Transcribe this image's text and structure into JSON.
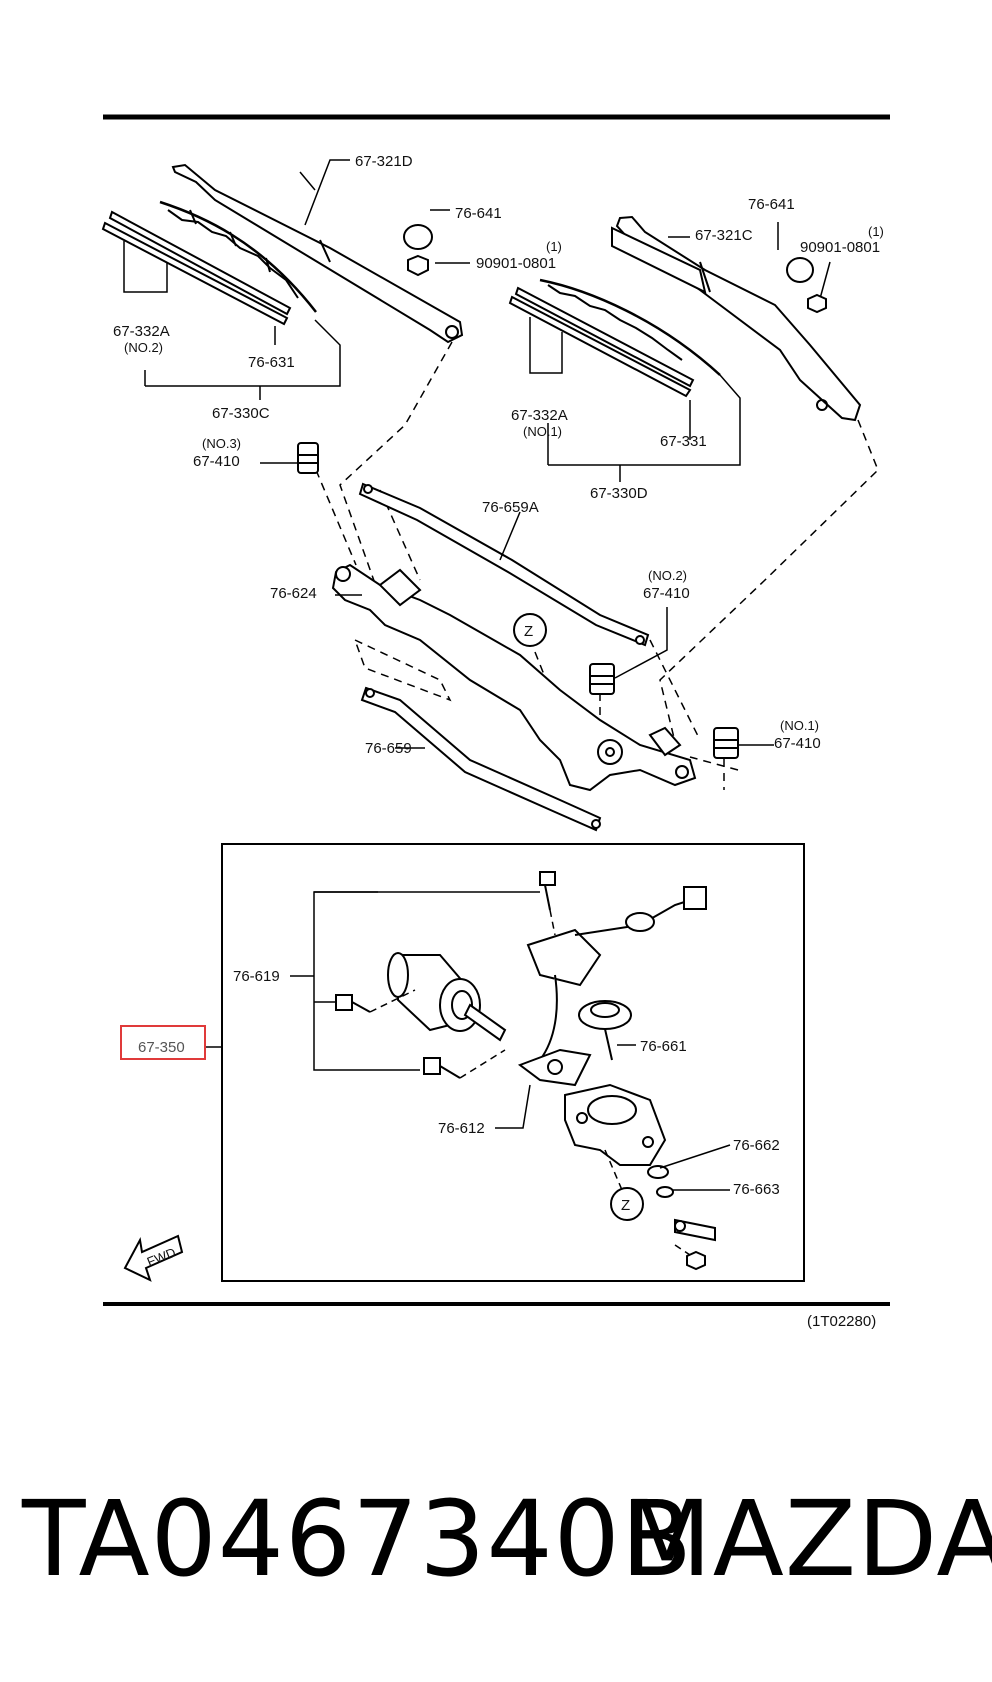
{
  "diagram": {
    "labels": {
      "l_67_321D": "67-321D",
      "l_76_641_a": "76-641",
      "l_90901_a": "90901-0801",
      "l_90901_a_qty": "(1)",
      "l_67_332A_no2": "67-332A",
      "l_no2_a": "(NO.2)",
      "l_76_631": "76-631",
      "l_67_330C": "67-330C",
      "l_76_641_b": "76-641",
      "l_67_321C": "67-321C",
      "l_90901_b": "90901-0801",
      "l_90901_b_qty": "(1)",
      "l_67_332A_no1": "67-332A",
      "l_no1_a": "(NO.1)",
      "l_67_331": "67-331",
      "l_67_330D": "67-330D",
      "l_no3": "(NO.3)",
      "l_67_410_no3": "67-410",
      "l_76_659A": "76-659A",
      "l_76_624": "76-624",
      "l_no2_b": "(NO.2)",
      "l_67_410_no2": "67-410",
      "l_z1": "Z",
      "l_no1_b": "(NO.1)",
      "l_67_410_no1": "67-410",
      "l_76_659": "76-659",
      "l_76_619": "76-619",
      "l_67_350": "67-350",
      "l_76_661": "76-661",
      "l_76_612": "76-612",
      "l_76_662": "76-662",
      "l_76_663": "76-663",
      "l_z2": "Z",
      "l_fwd": "FWD",
      "l_code": "(1T02280)"
    },
    "highlight_color": "#e03a3a"
  },
  "footer": {
    "part_number": "TA0467340B",
    "brand": "MAZDA"
  }
}
